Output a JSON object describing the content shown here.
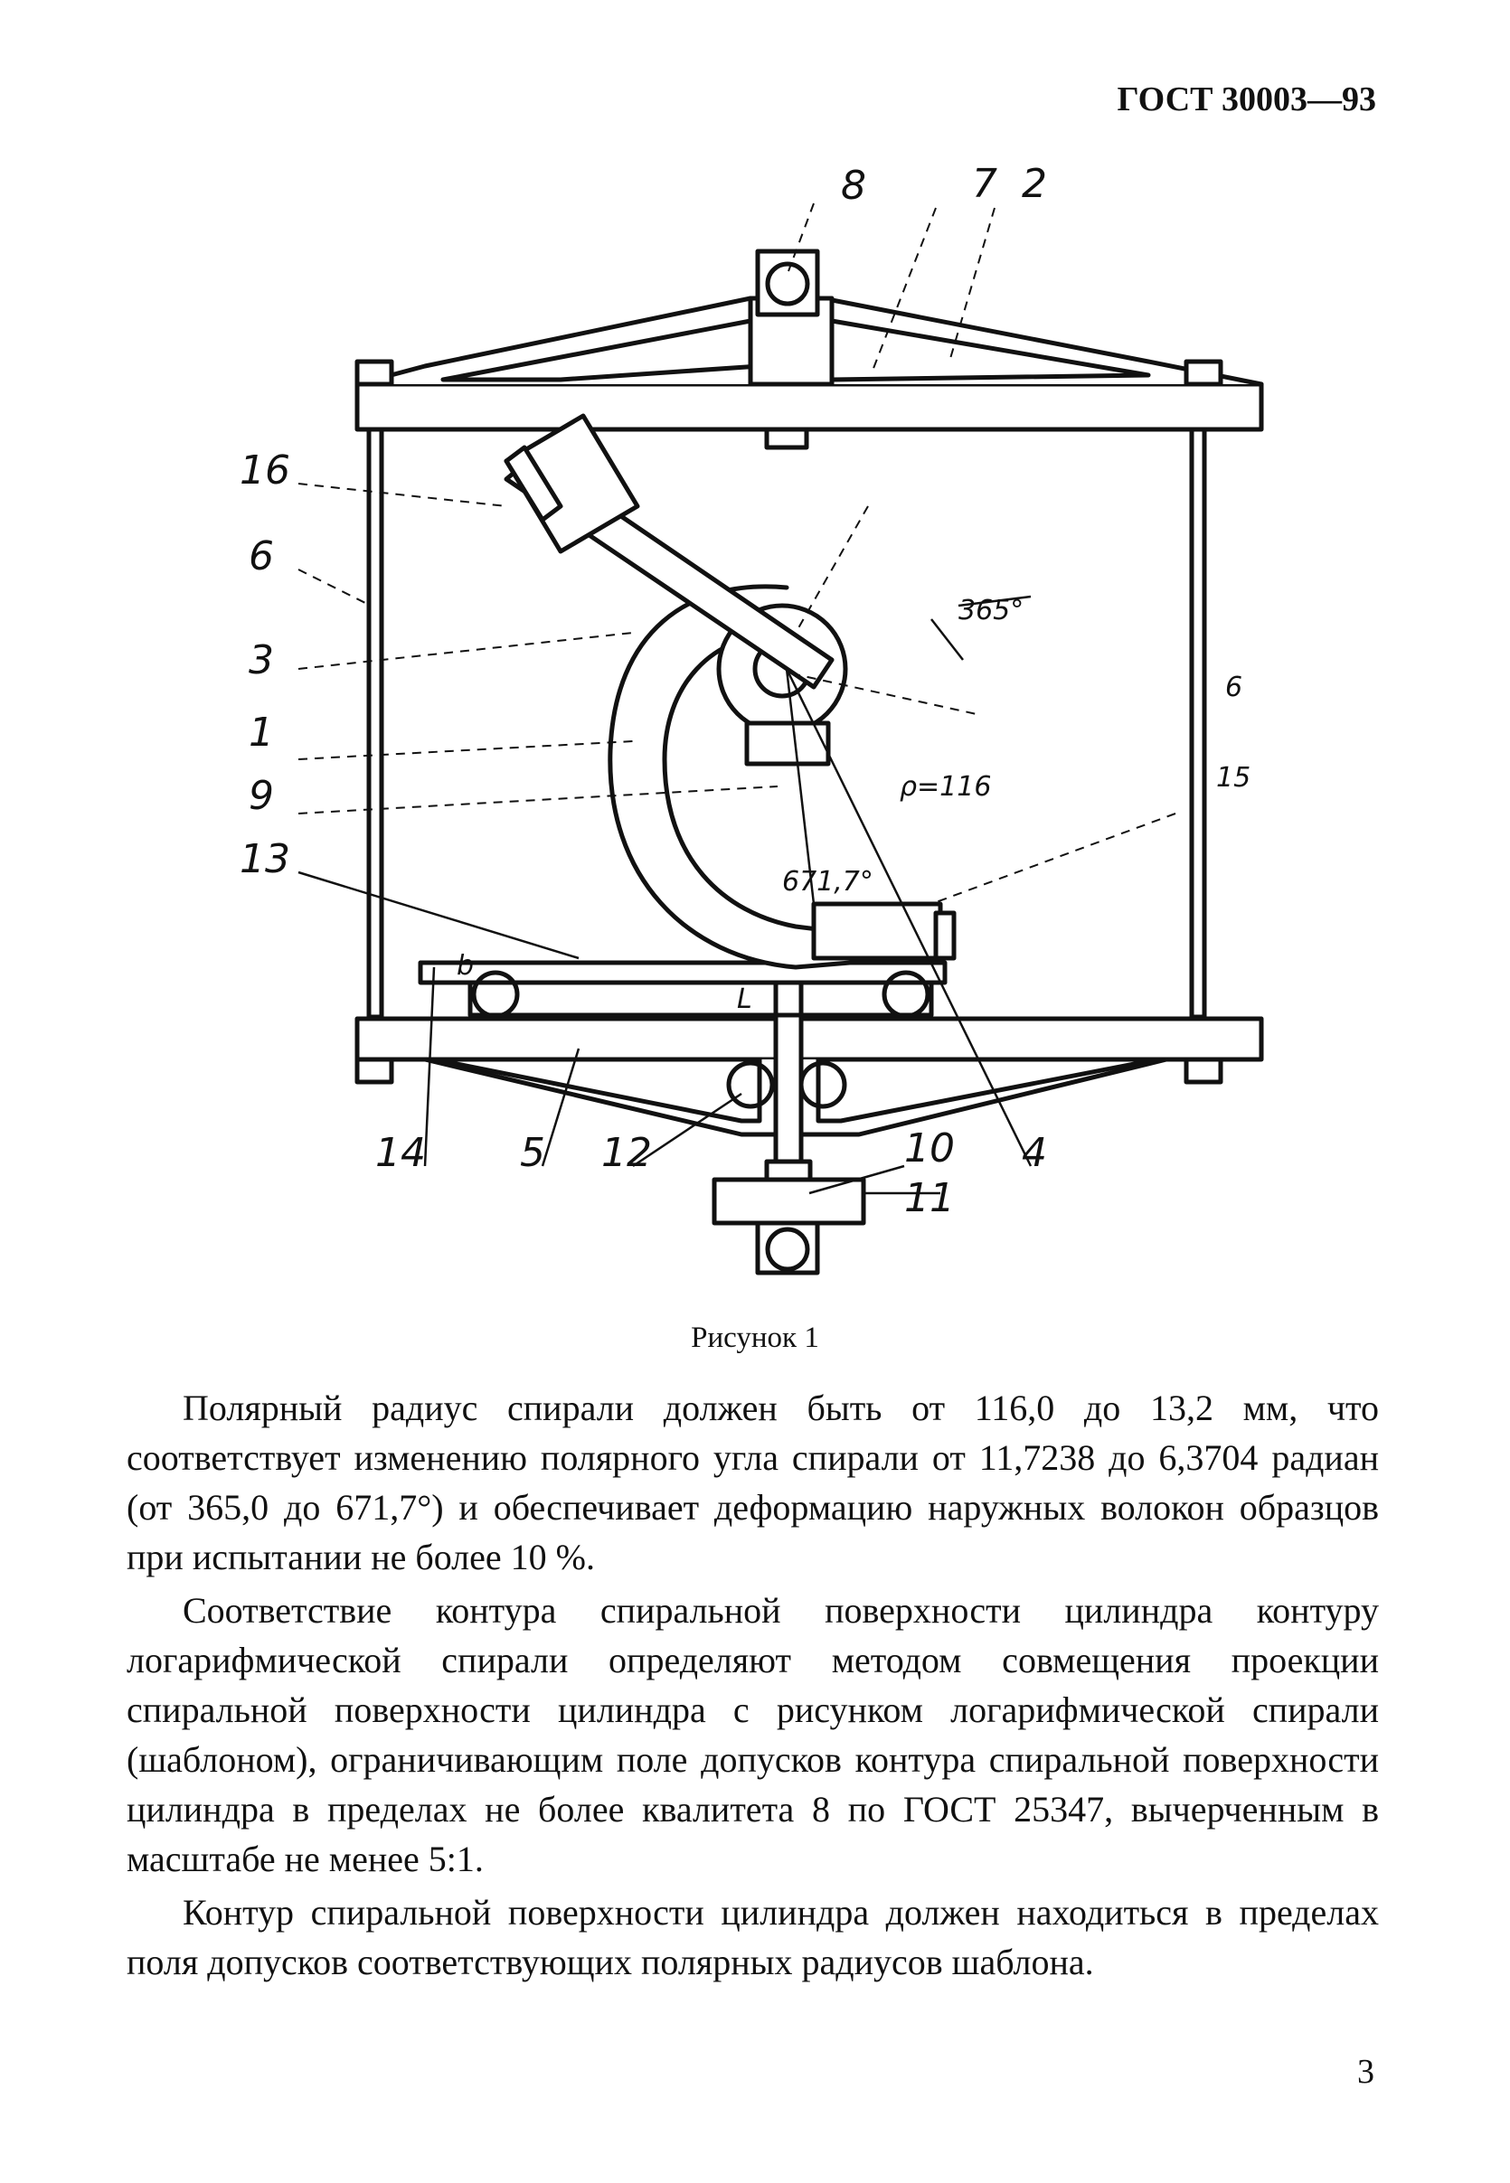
{
  "header": {
    "doc_id": "ГОСТ 30003—93"
  },
  "figure": {
    "labels": {
      "l8": "8",
      "l7": "7",
      "l2": "2",
      "l16": "16",
      "l6a": "6",
      "l3": "3",
      "l1": "1",
      "l9": "9",
      "l13": "13",
      "l6b": "6",
      "l15": "15",
      "l14": "14",
      "l5": "5",
      "l12": "12",
      "l10": "10",
      "l4": "4",
      "l11": "11",
      "angle365": "365°",
      "rho": "ρ=116",
      "angle671": "671,7°",
      "l_b": "b",
      "l_L": "L"
    },
    "caption": "Рисунок 1"
  },
  "body": {
    "p1": "Полярный радиус спирали должен быть от 116,0 до 13,2 мм, что соответствует изменению полярного угла спирали от 11,7238 до 6,3704 радиан (от 365,0 до 671,7°) и обеспечивает деформацию наружных волокон образцов при испытании не более 10 %.",
    "p2": "Соответствие контура спиральной поверхности цилиндра контуру логарифмической спирали определяют методом совмещения проекции спиральной поверхности цилиндра с рисунком логарифмической спирали (шаблоном), ограничивающим поле допусков контура спиральной поверхности цилиндра в пределах не более квалитета 8 по ГОСТ 25347, вычерченным в масштабе не менее 5:1.",
    "p3": "Контур спиральной поверхности цилиндра должен находиться в пределах поля допусков соответствующих полярных радиусов шаблона."
  },
  "page_number": "3"
}
